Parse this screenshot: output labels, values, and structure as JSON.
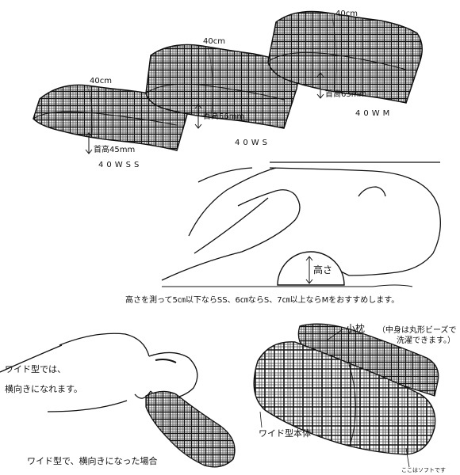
{
  "pillows": [
    {
      "width_label": "40cm",
      "height_label": "首高45mm",
      "model": "40WSS"
    },
    {
      "width_label": "40cm",
      "height_label": "首高56mm",
      "model": "40WS"
    },
    {
      "width_label": "40cm",
      "height_label": "首高63mm",
      "model": "40WM"
    }
  ],
  "neck_figure": {
    "height_label": "高さ",
    "recommendation": "高さを測って5㎝以下ならSS、6㎝ならS、7㎝以上ならMをおすすめします。"
  },
  "side_sleep": {
    "line1": "ワイド型では、",
    "line2": "横向きになれます。",
    "caption": "ワイド型で、横向きになった場合"
  },
  "assembly": {
    "small_pillow_label": "小枕",
    "filling_note_1": "（中身は丸形ビーズで",
    "filling_note_2": "洗濯できます。）",
    "wide_body_label": "ワイド型本体",
    "soft_note": "ここはソフトです"
  }
}
